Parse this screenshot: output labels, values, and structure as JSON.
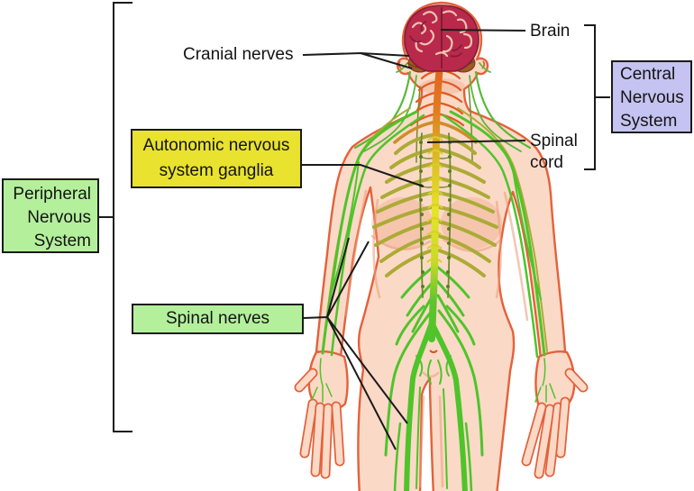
{
  "labels": {
    "cranial_nerves": "Cranial nerves",
    "brain": "Brain",
    "spinal_cord": "Spinal cord",
    "autonomic_ganglia": "Autonomic nervous system ganglia",
    "spinal_nerves": "Spinal nerves",
    "peripheral_nervous_system": "Peripheral Nervous System",
    "central_nervous_system": "Central Nervous System"
  },
  "colors": {
    "line": "#1b1b1b",
    "box_border": "#1b1b1b",
    "box_yellow": "#e9e22f",
    "box_green": "#b4f09c",
    "box_lavender": "#c4c3f1",
    "skin": "#fbd9c7",
    "skin_shade": "#eb9a78",
    "body_outline": "#e4613a",
    "nerve_green": "#4ec42a",
    "nerve_olive": "#abab36",
    "nerve_dark": "#6d8c2a",
    "cord_orange": "#e25a1e",
    "cord_yellow": "#e6e42a",
    "brain_red": "#b8294b",
    "brain_dark": "#821c38"
  }
}
